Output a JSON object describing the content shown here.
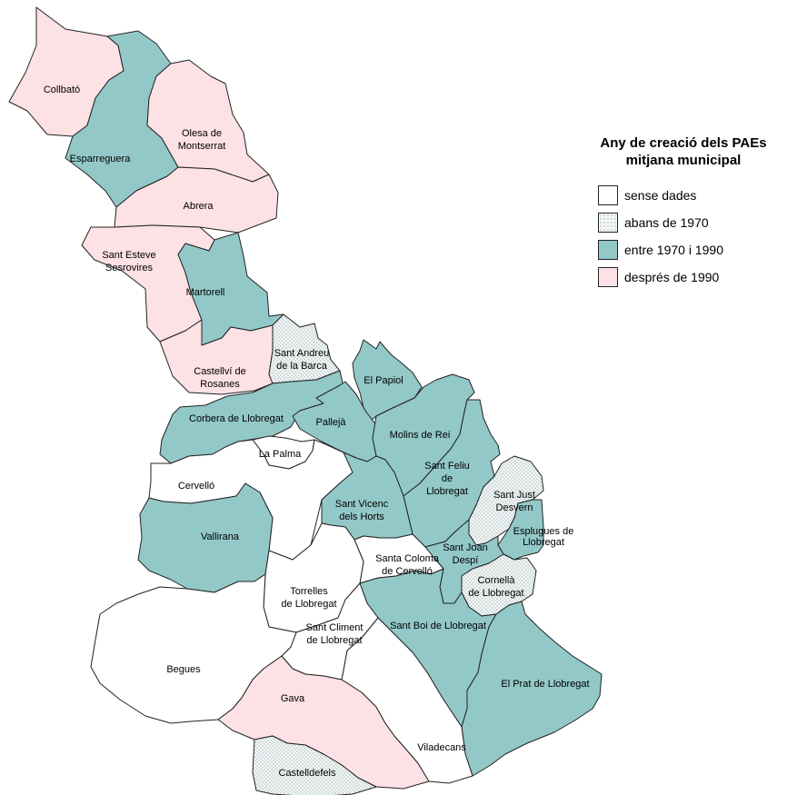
{
  "legend": {
    "title_line1": "Any de creació dels PAEs",
    "title_line2": "mitjana municipal",
    "items": [
      {
        "key": "none",
        "label": "sense dades",
        "color": "#ffffff"
      },
      {
        "key": "pre1970",
        "label": "abans de 1970",
        "color": "#eef3f3"
      },
      {
        "key": "mid",
        "label": "entre 1970 i 1990",
        "color": "#93c8c8"
      },
      {
        "key": "post1990",
        "label": "després de 1990",
        "color": "#fce1e5"
      }
    ]
  },
  "municipalities": [
    {
      "name": "Collbató",
      "category": "post1990"
    },
    {
      "name": "Esparreguera",
      "category": "mid"
    },
    {
      "name": "Olesa de Montserrat",
      "category": "post1990"
    },
    {
      "name": "Abrera",
      "category": "post1990"
    },
    {
      "name": "Sant Esteve Sesrovires",
      "category": "post1990"
    },
    {
      "name": "Martorell",
      "category": "mid"
    },
    {
      "name": "Castellví de Rosanes",
      "category": "post1990"
    },
    {
      "name": "Sant Andreu de la Barca",
      "category": "pre1970"
    },
    {
      "name": "El Papiol",
      "category": "mid"
    },
    {
      "name": "Corbera de Llobregat",
      "category": "mid"
    },
    {
      "name": "Pallejà",
      "category": "mid"
    },
    {
      "name": "Molins de Rei",
      "category": "mid"
    },
    {
      "name": "La Palma",
      "category": "none"
    },
    {
      "name": "Cervelló",
      "category": "none"
    },
    {
      "name": "Sant Feliu de Llobregat",
      "category": "mid"
    },
    {
      "name": "Sant Just Desvern",
      "category": "pre1970"
    },
    {
      "name": "Sant Vicenc dels Horts",
      "category": "mid"
    },
    {
      "name": "Vallirana",
      "category": "mid"
    },
    {
      "name": "Esplugues de Llobregat",
      "category": "mid"
    },
    {
      "name": "Sant Joan Despí",
      "category": "mid"
    },
    {
      "name": "Santa Coloma de Cervelló",
      "category": "none"
    },
    {
      "name": "Cornellà de Llobregat",
      "category": "pre1970"
    },
    {
      "name": "Torrelles de Llobregat",
      "category": "none"
    },
    {
      "name": "Sant Boi de Llobregat",
      "category": "mid"
    },
    {
      "name": "Sant Climent de Llobregat",
      "category": "none"
    },
    {
      "name": "Begues",
      "category": "none"
    },
    {
      "name": "El Prat de Llobregat",
      "category": "mid"
    },
    {
      "name": "Gava",
      "category": "post1990"
    },
    {
      "name": "Viladecans",
      "category": "none"
    },
    {
      "name": "Castelldefels",
      "category": "pre1970"
    }
  ]
}
